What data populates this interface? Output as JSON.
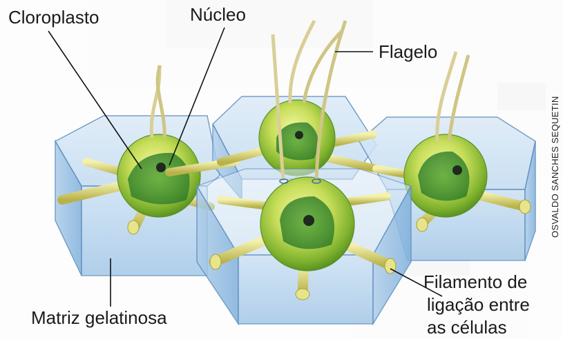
{
  "labels": {
    "chloroplast": "Cloroplasto",
    "nucleus": "Núcleo",
    "flagellum": "Flagelo",
    "filament_line1": "Filamento de",
    "filament_line2": "ligação entre",
    "filament_line3": "as células",
    "matrix": "Matriz gelatinosa"
  },
  "credit": "OSVALDO SANCHES SEQUETIN",
  "colors": {
    "cell_green": "#8fc23a",
    "matrix_blue": "#9cc3e6",
    "filament": "#e8e48a",
    "flagellum": "#d9cf96",
    "nucleus": "#1e2a1e"
  }
}
